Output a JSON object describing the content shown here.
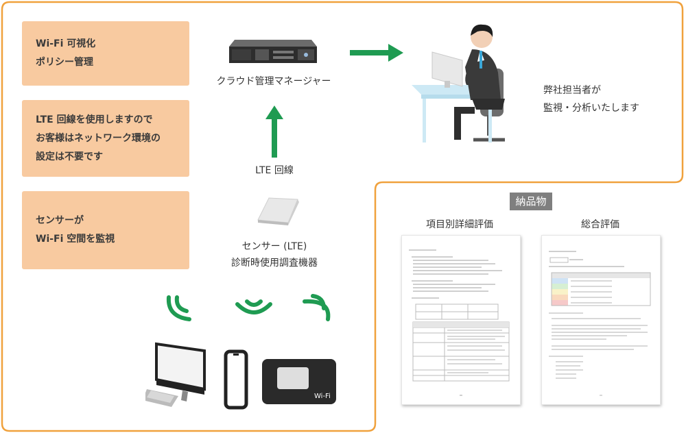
{
  "left_boxes": [
    {
      "lines": [
        "Wi-Fi 可視化",
        "ポリシー管理"
      ]
    },
    {
      "lines": [
        "LTE 回線を使用しますので",
        "お客様はネットワーク環境の",
        "設定は不要です"
      ]
    },
    {
      "lines": [
        "センサーが",
        "Wi-Fi 空間を監視"
      ]
    }
  ],
  "cloud_label": "クラウド管理マネージャー",
  "lte_label": "LTE 回線",
  "sensor_label": [
    "センサー (LTE)",
    "診断時使用調査機器"
  ],
  "staff_label": [
    "弊社担当者が",
    "監視・分析いたします"
  ],
  "deliverables": {
    "badge": "納品物",
    "doc1_title": "項目別詳細評価",
    "doc2_title": "総合評価"
  },
  "router_text": "Wi-Fi",
  "colors": {
    "orange": "#f0a13c",
    "box": "#f8caa0",
    "green": "#1f9b52"
  }
}
